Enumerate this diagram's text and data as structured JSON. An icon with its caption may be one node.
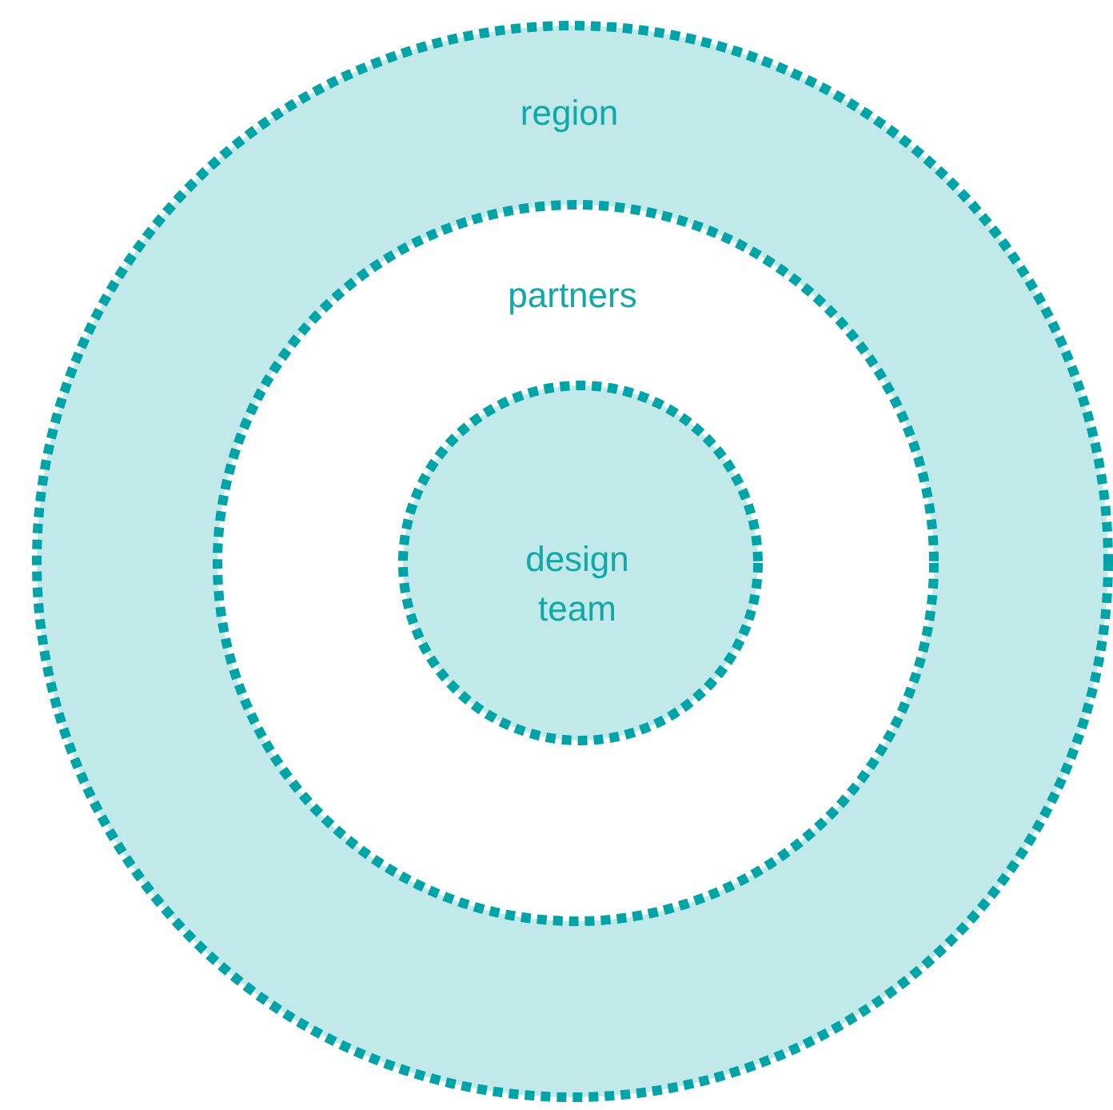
{
  "diagram": {
    "nodes": [
      {
        "text": [
          "region"
        ]
      },
      {
        "text": [
          "partners"
        ],
        "in": 0
      },
      {
        "text": [
          "design team"
        ],
        "in": 1
      }
    ]
  }
}
